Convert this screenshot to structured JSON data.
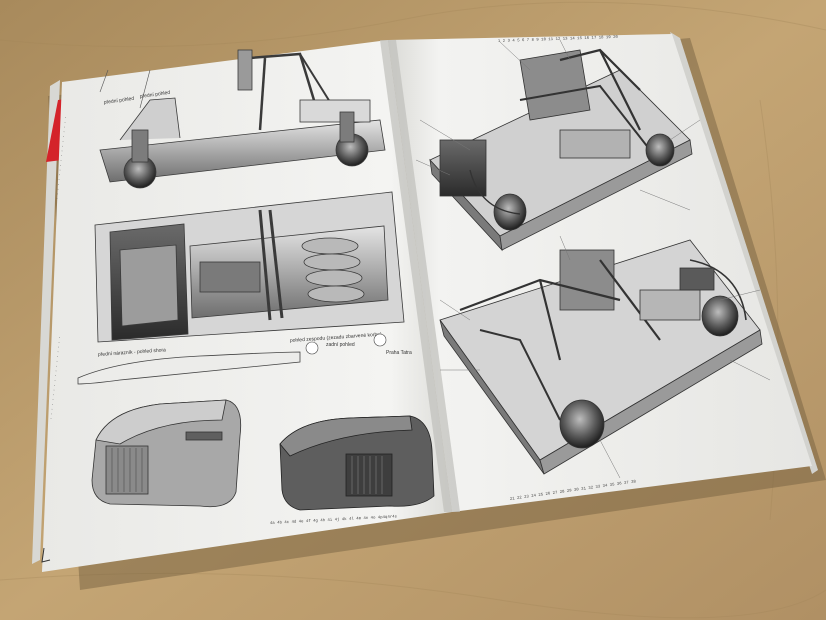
{
  "booklet": {
    "left_page": {
      "captions": {
        "side_left": "přední pohled",
        "side_right": "přední pohled",
        "underside_view": "pohled zespodu (zezadu zbarvené korbe)",
        "front_left": "přední nárazník - pohled shora",
        "small_label_a": "zadní pohled",
        "small_label_b": "Praha Tatra"
      },
      "part_numbers": [
        "4a",
        "4b",
        "4c",
        "4d",
        "4e",
        "4f",
        "4g",
        "4h",
        "4i",
        "4j",
        "4k",
        "4l"
      ],
      "front_part_numbers": "4a 4b 4c 4d 4e 4f 4g 4h 4i 4j 4k 4l 4m 4n 4o 4p4q4r4s"
    },
    "right_page": {
      "part_numbers_top": "1 2 3 4 5 6 7 8 9 10 11 12 13 14 15 16 17 18 19 20",
      "part_numbers_bottom": "21 22 23 24 25 26 27 28 29 30 31 32 33 34 35 36 37 38"
    }
  },
  "colors": {
    "table": "#b99a6a",
    "paper": "#f1f1ef",
    "accent_red": "#d4232a",
    "drawing_dark": "#3a3a3a",
    "drawing_mid": "#8a8a8a",
    "drawing_light": "#cfcfcf"
  }
}
